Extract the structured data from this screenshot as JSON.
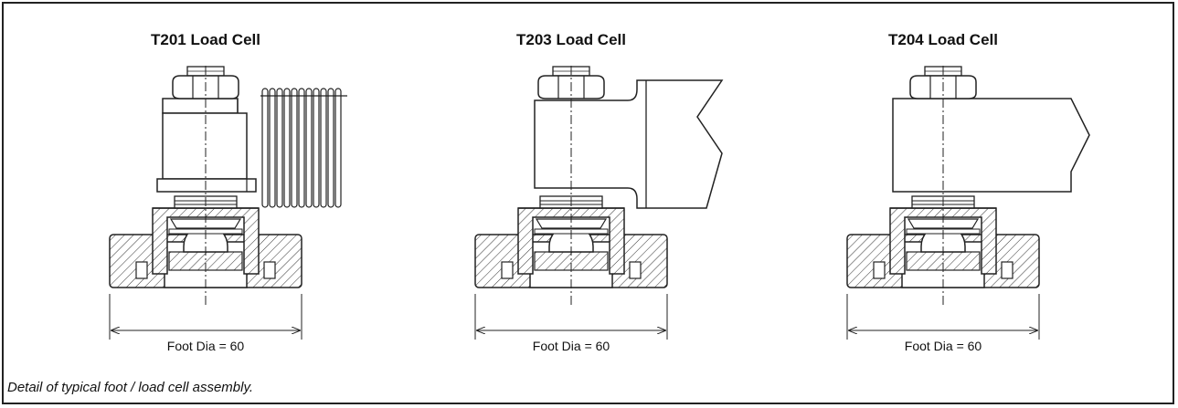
{
  "cells": [
    {
      "title": "T201 Load Cell",
      "dimension": "Foot Dia = 60",
      "variant": "coil"
    },
    {
      "title": "T203 Load Cell",
      "dimension": "Foot Dia = 60",
      "variant": "flared-arm"
    },
    {
      "title": "T204 Load Cell",
      "dimension": "Foot Dia = 60",
      "variant": "straight-arm"
    }
  ],
  "caption": "Detail of typical foot / load cell assembly."
}
